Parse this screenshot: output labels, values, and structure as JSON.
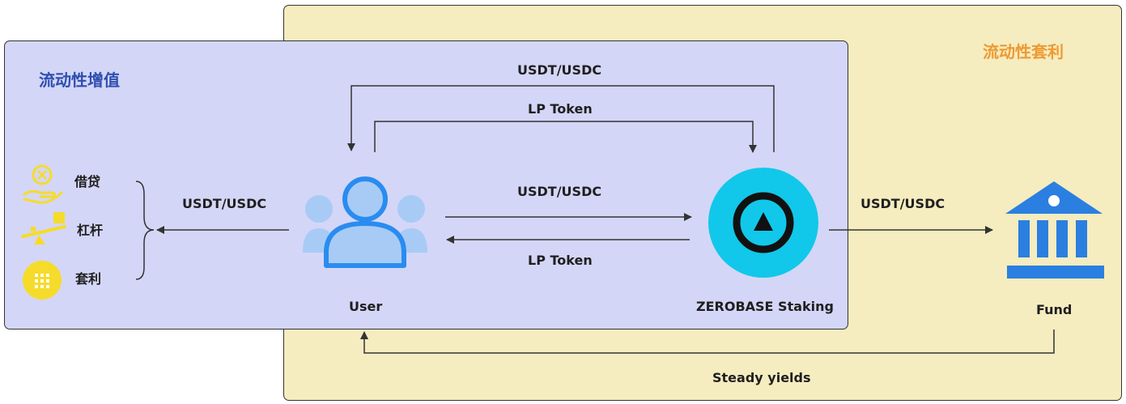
{
  "titles": {
    "inner": "流动性增值",
    "outer": "流动性套利"
  },
  "left_items": [
    {
      "label": "借贷",
      "icon": "loan-icon"
    },
    {
      "label": "杠杆",
      "icon": "lever-icon"
    },
    {
      "label": "套利",
      "icon": "arbitrage-icon"
    }
  ],
  "nodes": {
    "user": "User",
    "staking": "ZEROBASE Staking",
    "fund": "Fund"
  },
  "edges": {
    "top_return": "USDT/USDC",
    "top_lp": "LP Token",
    "user_to_staking": "USDT/USDC",
    "staking_to_user": "LP Token",
    "user_to_defi": "USDT/USDC",
    "staking_to_fund": "USDT/USDC",
    "fund_to_user": "Steady yields"
  },
  "colors": {
    "inner_bg": "#d4d6f7",
    "outer_bg": "#f5ecbf",
    "user_icon": "#2a8cf0",
    "staking_circle": "#11c8ea",
    "fund_icon": "#2a7fe0",
    "item_icon": "#f5dc2a",
    "title_blue": "#2e4fb0",
    "title_orange": "#ee9a32"
  }
}
